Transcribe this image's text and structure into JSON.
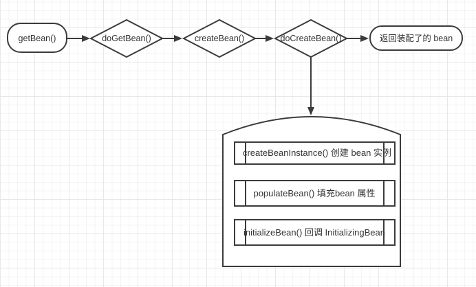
{
  "theme": {
    "stroke": "#3b3b3b",
    "text": "#333333",
    "node_fill": "#ffffff",
    "canvas_bg": "#ffffff",
    "grid_minor": "#f4f4f4",
    "grid_major": "#e8e8e8"
  },
  "flowchart": {
    "nodes": {
      "get_bean": {
        "label": "getBean()"
      },
      "do_get_bean": {
        "label": "doGetBean()"
      },
      "create_bean": {
        "label": "createBean()"
      },
      "do_create_bean": {
        "label": "doCreateBean()"
      },
      "return_bean": {
        "label": "返回装配了的 bean"
      }
    },
    "do_create_bean_steps": [
      {
        "label": "createBeanInstance() 创建 bean 实例"
      },
      {
        "label": "populateBean() 填充bean 属性"
      },
      {
        "label": "initializeBean() 回调 InitializingBean"
      }
    ]
  }
}
